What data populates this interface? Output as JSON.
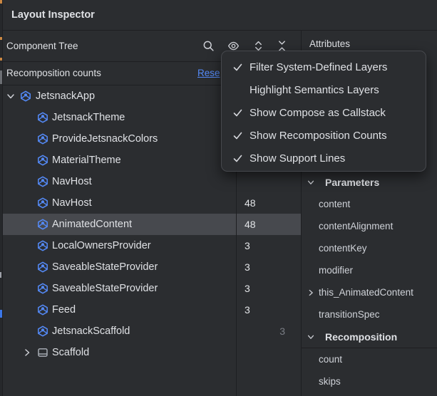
{
  "window": {
    "title": "Layout Inspector"
  },
  "component_tree": {
    "header": "Component Tree",
    "toolbar_icons": [
      "search",
      "eye",
      "expand-all",
      "collapse-all"
    ],
    "recomposition_bar": {
      "label": "Recomposition counts",
      "reset_link": "Rese"
    },
    "rows": [
      {
        "label": "JetsnackApp",
        "level": 0,
        "chevron": "down",
        "icon": "composable",
        "count": ""
      },
      {
        "label": "JetsnackTheme",
        "level": 1,
        "chevron": "",
        "icon": "composable",
        "count": ""
      },
      {
        "label": "ProvideJetsnackColors",
        "level": 1,
        "chevron": "",
        "icon": "composable",
        "count": ""
      },
      {
        "label": "MaterialTheme",
        "level": 1,
        "chevron": "",
        "icon": "composable",
        "count": ""
      },
      {
        "label": "NavHost",
        "level": 1,
        "chevron": "",
        "icon": "composable",
        "count": ""
      },
      {
        "label": "NavHost",
        "level": 1,
        "chevron": "",
        "icon": "composable",
        "count": "48"
      },
      {
        "label": "AnimatedContent",
        "level": 1,
        "chevron": "",
        "icon": "composable",
        "count": "48",
        "selected": true
      },
      {
        "label": "LocalOwnersProvider",
        "level": 1,
        "chevron": "",
        "icon": "composable",
        "count": "3"
      },
      {
        "label": "SaveableStateProvider",
        "level": 1,
        "chevron": "",
        "icon": "composable",
        "count": "3"
      },
      {
        "label": "SaveableStateProvider",
        "level": 1,
        "chevron": "",
        "icon": "composable",
        "count": "3"
      },
      {
        "label": "Feed",
        "level": 1,
        "chevron": "",
        "icon": "composable",
        "count": "3"
      },
      {
        "label": "JetsnackScaffold",
        "level": 1,
        "chevron": "",
        "icon": "composable",
        "count": "3",
        "count_dim": true
      },
      {
        "label": "Scaffold",
        "level": 1,
        "chevron": "right",
        "icon": "scaffold",
        "count": ""
      }
    ]
  },
  "view_options_menu": {
    "items": [
      {
        "label": "Filter System-Defined Layers",
        "checked": true
      },
      {
        "label": "Highlight Semantics Layers",
        "checked": false
      },
      {
        "label": "Show Compose as Callstack",
        "checked": true
      },
      {
        "label": "Show Recomposition Counts",
        "checked": true
      },
      {
        "label": "Show Support Lines",
        "checked": true
      }
    ]
  },
  "attributes_panel": {
    "header": "Attributes",
    "rows": [
      {
        "label": "Parameters",
        "type": "section",
        "chevron": "down"
      },
      {
        "label": "content",
        "type": "item",
        "chevron": ""
      },
      {
        "label": "contentAlignment",
        "type": "item",
        "chevron": ""
      },
      {
        "label": "contentKey",
        "type": "item",
        "chevron": ""
      },
      {
        "label": "modifier",
        "type": "item",
        "chevron": ""
      },
      {
        "label": "this_AnimatedContent",
        "type": "item",
        "chevron": "right"
      },
      {
        "label": "transitionSpec",
        "type": "item",
        "chevron": ""
      },
      {
        "label": "Recomposition",
        "type": "section",
        "chevron": "down",
        "divider_below": true
      },
      {
        "label": "count",
        "type": "item",
        "chevron": ""
      },
      {
        "label": "skips",
        "type": "item",
        "chevron": ""
      }
    ]
  },
  "colors": {
    "accent_blue": "#548AF7",
    "panel_bg": "#2B2D30",
    "divider": "#1E1F22",
    "selection_bg": "#47494E",
    "text_primary": "#DFE1E5",
    "count_dim": "#7A7E85"
  }
}
